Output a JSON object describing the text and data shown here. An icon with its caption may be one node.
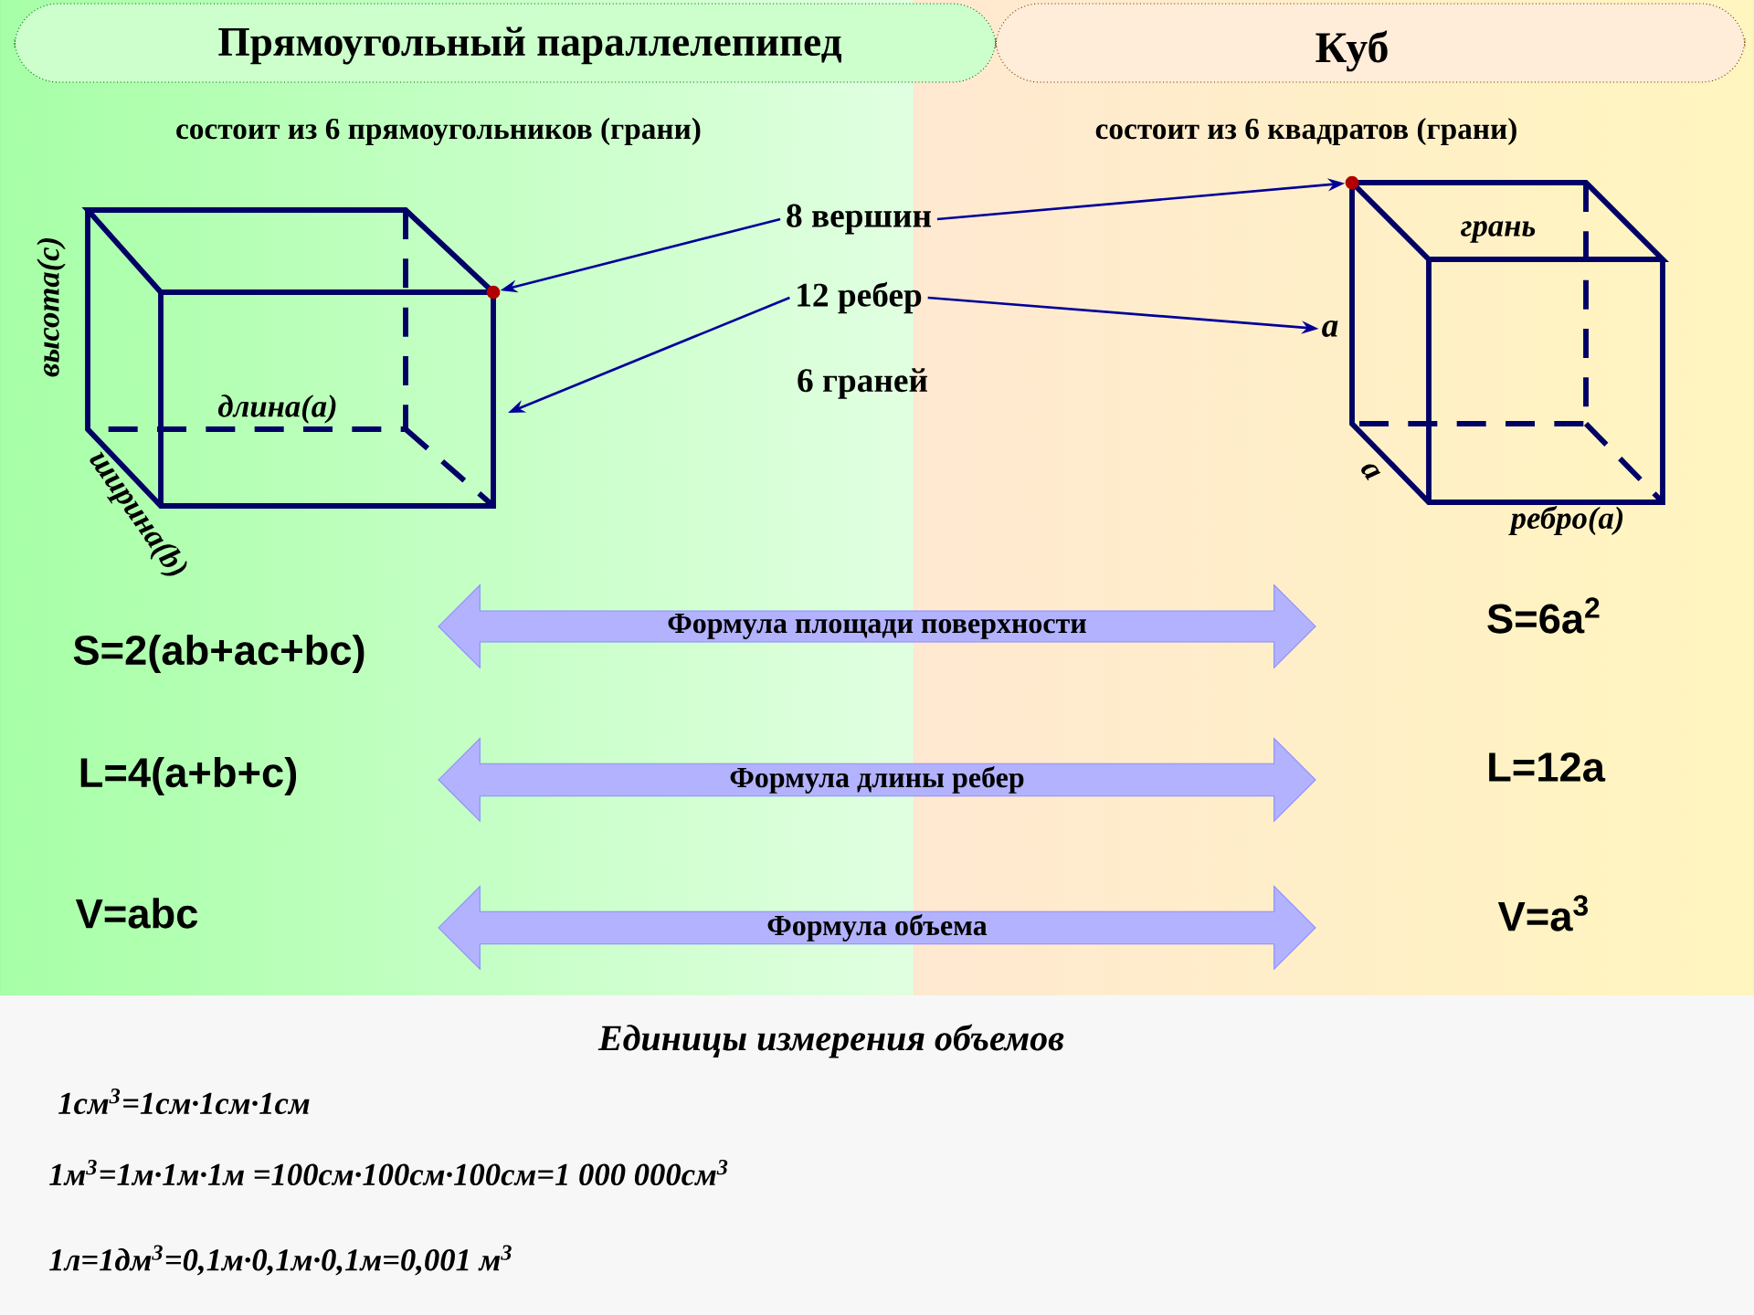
{
  "diagram": {
    "nodes": [
      {
        "text": [
          "8 вершин"
        ]
      },
      {
        "text": [
          "12 ребер"
        ]
      },
      {
        "text": [
          "a"
        ]
      },
      {
        "text": [
          "Формула площади поверхности"
        ]
      },
      {
        "text": [
          "Формула длины ребер"
        ]
      },
      {
        "text": [
          "Формула объема"
        ]
      },
      {
        "text": [],
        "shape": "circle"
      },
      {
        "text": [],
        "shape": "circle"
      }
    ],
    "edges": [
      {
        "from": 0,
        "to": 6,
        "arrow": "to"
      },
      {
        "from": 0,
        "to": 7,
        "arrow": "to"
      },
      {
        "from": 1,
        "to": null,
        "arrow": "to"
      },
      {
        "from": 1,
        "to": 2,
        "arrow": "to"
      }
    ],
    "labels": [
      "Прямоугольный параллелепипед",
      "Куб",
      "состоит из 6 прямоугольников (грани)",
      "состоит из 6 квадратов (грани)",
      "высота(с)",
      "длина(a)",
      "ширина(b)",
      "6 граней",
      "грань",
      "a",
      "ребро(a)",
      "S=2(ab+ac+bc)",
      "S=6a$^{2}$",
      "L=4(a+b+c)",
      "L=12a",
      "V=abc",
      "V=a$^{3}$",
      "Единицы измерения объемов",
      "1см$^{3}$=1см·1см·1см",
      "1м$^{3}$=1м·1м·1м =100см·100см·100см=1 000 000см$^{3}$",
      "1л=1дм$^{3}$=0,1м·0,1м·0,1м=0,001 м$^{3}$"
    ]
  }
}
